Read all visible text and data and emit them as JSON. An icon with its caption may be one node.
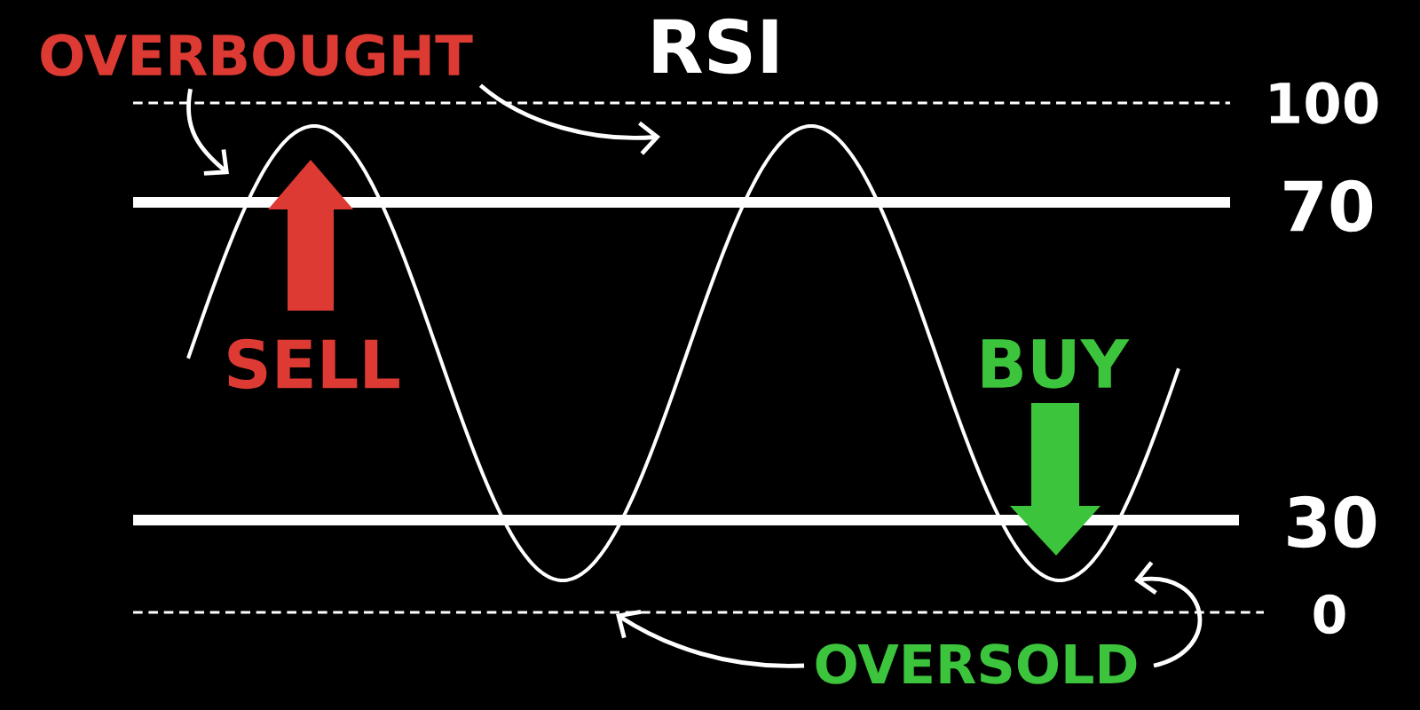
{
  "diagram": {
    "title": "RSI",
    "nodes": [
      {
        "text": [
          "OVERBOUGHT"
        ]
      },
      {
        "text": [
          "OVERSOLD"
        ]
      }
    ],
    "edges": [
      {
        "from": 0,
        "to": null,
        "arrow": "to"
      },
      {
        "from": 0,
        "to": null,
        "arrow": "to"
      },
      {
        "from": 1,
        "to": null,
        "arrow": "to"
      },
      {
        "from": 1,
        "to": null,
        "arrow": "to"
      }
    ],
    "labels": [
      "100",
      "70",
      "SELL",
      "BUY",
      "30",
      "0"
    ]
  }
}
